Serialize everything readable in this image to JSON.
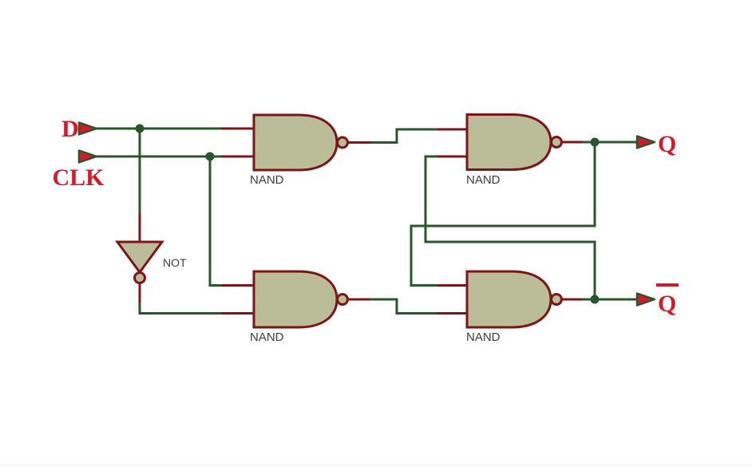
{
  "diagram": {
    "type": "logic-circuit-schematic",
    "ports": {
      "d": "D",
      "clk": "CLK",
      "q": "Q",
      "q_bar": "Q",
      "q_bar_overline": true
    },
    "gates": [
      {
        "id": "nand-top-left",
        "type": "NAND",
        "label": "NAND"
      },
      {
        "id": "nand-top-right",
        "type": "NAND",
        "label": "NAND"
      },
      {
        "id": "nand-bottom-left",
        "type": "NAND",
        "label": "NAND"
      },
      {
        "id": "nand-bottom-right",
        "type": "NAND",
        "label": "NAND"
      },
      {
        "id": "not-inverter",
        "type": "NOT",
        "label": "NOT"
      }
    ],
    "nets": [
      "D -> nand-top-left.in1, not-inverter.in",
      "CLK -> nand-top-left.in2, nand-bottom-left.in1",
      "not-inverter.out -> nand-bottom-left.in2",
      "nand-top-left.out -> nand-top-right.in1",
      "nand-bottom-left.out -> nand-bottom-right.in2",
      "nand-top-right.out -> Q, nand-bottom-right.in1",
      "nand-bottom-right.out -> Q_bar, nand-top-right.in2"
    ],
    "colors": {
      "wire": "#2a572a",
      "outline": "#7d1418",
      "gate-fill": "#babd97",
      "label-red": "#d31a2b",
      "gate-text": "#3d3d3d",
      "background": "#ffffff"
    }
  }
}
